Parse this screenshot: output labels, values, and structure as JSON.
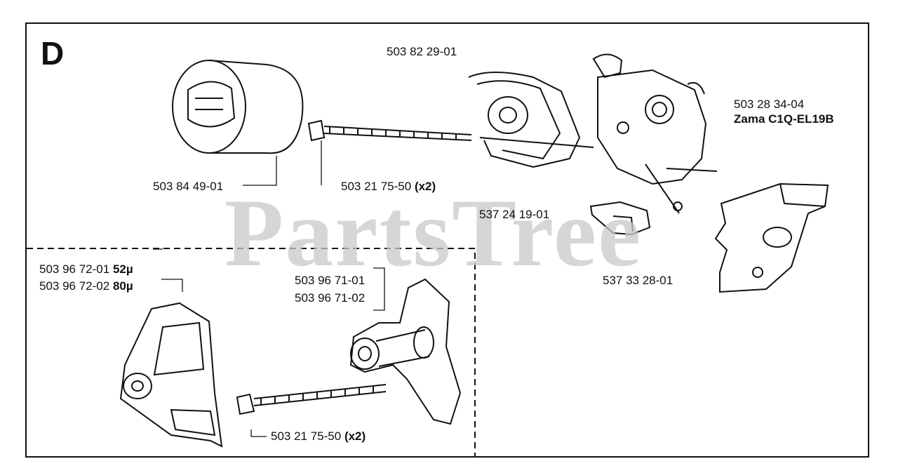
{
  "section_letter": "D",
  "watermark": "PartsTree",
  "labels": {
    "spacer_block": "503 84 49-01",
    "bolt_top": "503 21 75-50",
    "bolt_top_qty": "(x2)",
    "air_adapter": "503 82 29-01",
    "carburetor_pn": "503 28 34-04",
    "carburetor_model": "Zama C1Q-EL19B",
    "small_part": "537 24 19-01",
    "gasket": "537 33 28-01",
    "plate_1": "503 96 72-01",
    "plate_1_size": "52µ",
    "plate_2": "503 96 72-02",
    "plate_2_size": "80µ",
    "adapter_1": "503 96 71-01",
    "adapter_2": "503 96 71-02",
    "bolt_bottom": "503 21 75-50",
    "bolt_bottom_qty": "(x2)"
  }
}
